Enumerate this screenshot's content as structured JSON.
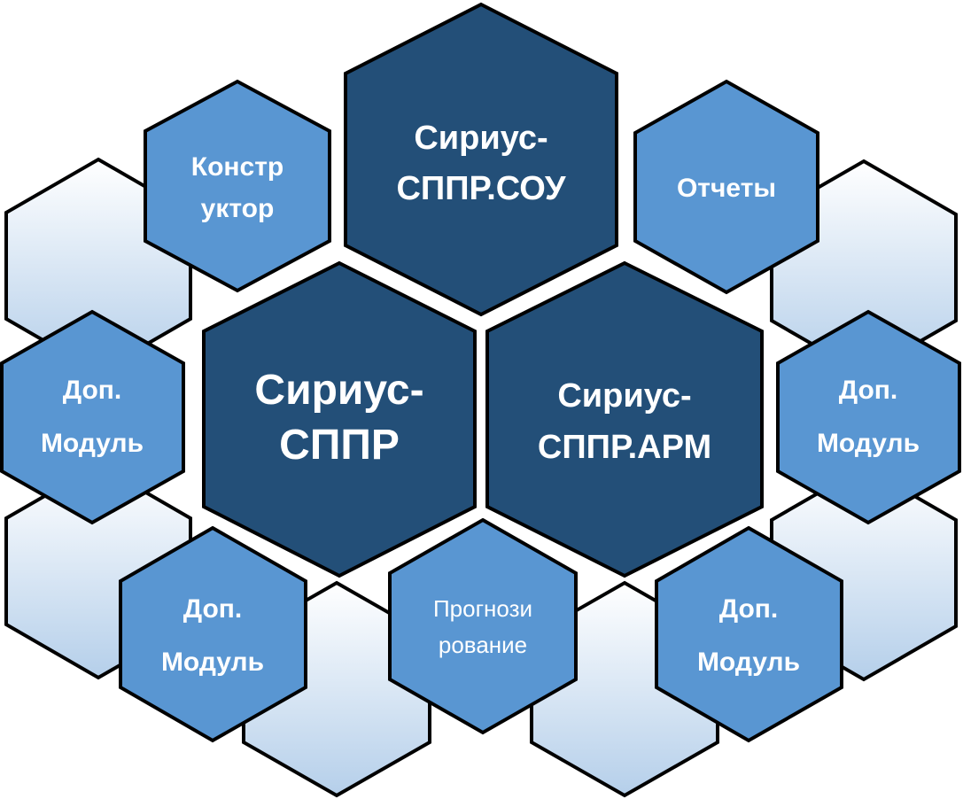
{
  "colors": {
    "dark_hex": "#234f78",
    "mid_hex": "#5996d2",
    "pale_hex_top": "#ffffff",
    "pale_hex_bottom": "#b5cfea",
    "outline": "#000000",
    "text": "#ffffff"
  },
  "nodes": {
    "center_left": {
      "lines": [
        "Сириус-",
        "СППР"
      ]
    },
    "center_top": {
      "lines": [
        "Сириус-",
        "СППР.СОУ"
      ]
    },
    "center_right": {
      "lines": [
        "Сириус-",
        "СППР.АРМ"
      ]
    },
    "konstruktor": {
      "lines": [
        "Констр",
        "уктор"
      ]
    },
    "otchety": {
      "lines": [
        "Отчеты"
      ]
    },
    "dop_left": {
      "lines": [
        "Доп.",
        "Модуль"
      ]
    },
    "dop_right": {
      "lines": [
        "Доп.",
        "Модуль"
      ]
    },
    "dop_bottom_left": {
      "lines": [
        "Доп.",
        "Модуль"
      ]
    },
    "dop_bottom_right": {
      "lines": [
        "Доп.",
        "Модуль"
      ]
    },
    "prognoz": {
      "lines": [
        "Прогнози",
        "рование"
      ]
    }
  }
}
